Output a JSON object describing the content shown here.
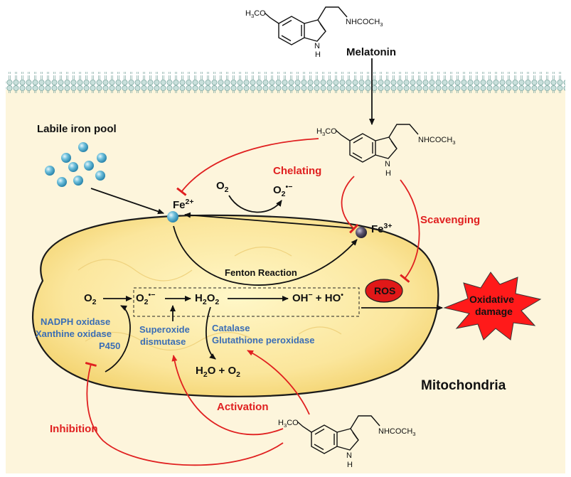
{
  "melatonin": {
    "name": "Melatonin",
    "methoxy_prefix": "H",
    "methoxy_sub": "3",
    "methoxy_suffix": "CO",
    "amide_prefix": "NHCOCH",
    "amide_sub": "3",
    "nh": "N",
    "nh_h": "H"
  },
  "cell": {
    "labile_iron_pool": "Labile iron pool",
    "fe2": "Fe",
    "fe2_charge": "2+",
    "fe3": "Fe",
    "fe3_charge": "3+",
    "o2": "O",
    "o2_sub": "2",
    "superoxide": "O",
    "superoxide_sub": "2",
    "superoxide_sup": "•−",
    "chelating": "Chelating",
    "scavenging": "Scavenging"
  },
  "mitochondria": {
    "label": "Mitochondria",
    "fenton": "Fenton Reaction",
    "o2": "O",
    "o2_sub": "2",
    "superoxide": "O",
    "superoxide_sub": "2",
    "superoxide_sup": "•−",
    "h2o2_a": "H",
    "h2o2_sub1": "2",
    "h2o2_b": "O",
    "h2o2_sub2": "2",
    "hydroxyl_a": "OH",
    "hydroxyl_sup": "−",
    "hydroxyl_b": " + HO",
    "hydroxyl_dot": "•",
    "water_a": "H",
    "water_sub": "2",
    "water_b": "O + O",
    "water_sub2": "2",
    "ros": "ROS",
    "enzymes_left": [
      "NADPH oxidase",
      "Xanthine oxidase",
      "P450"
    ],
    "sod": [
      "Superoxide",
      "dismutase"
    ],
    "catalase": [
      "Catalase",
      "Glutathione peroxidase"
    ]
  },
  "outcomes": {
    "oxidative_line1": "Oxidative",
    "oxidative_line2": "damage",
    "activation": "Activation",
    "inhibition": "Inhibition"
  },
  "colors": {
    "red": "#e02020",
    "blue": "#3b6eb5",
    "cytoplasm": "#fdf5dc",
    "mito_fill": "#fbe596",
    "membrane": "#a6c8c2",
    "star": "#ff1a1a"
  }
}
